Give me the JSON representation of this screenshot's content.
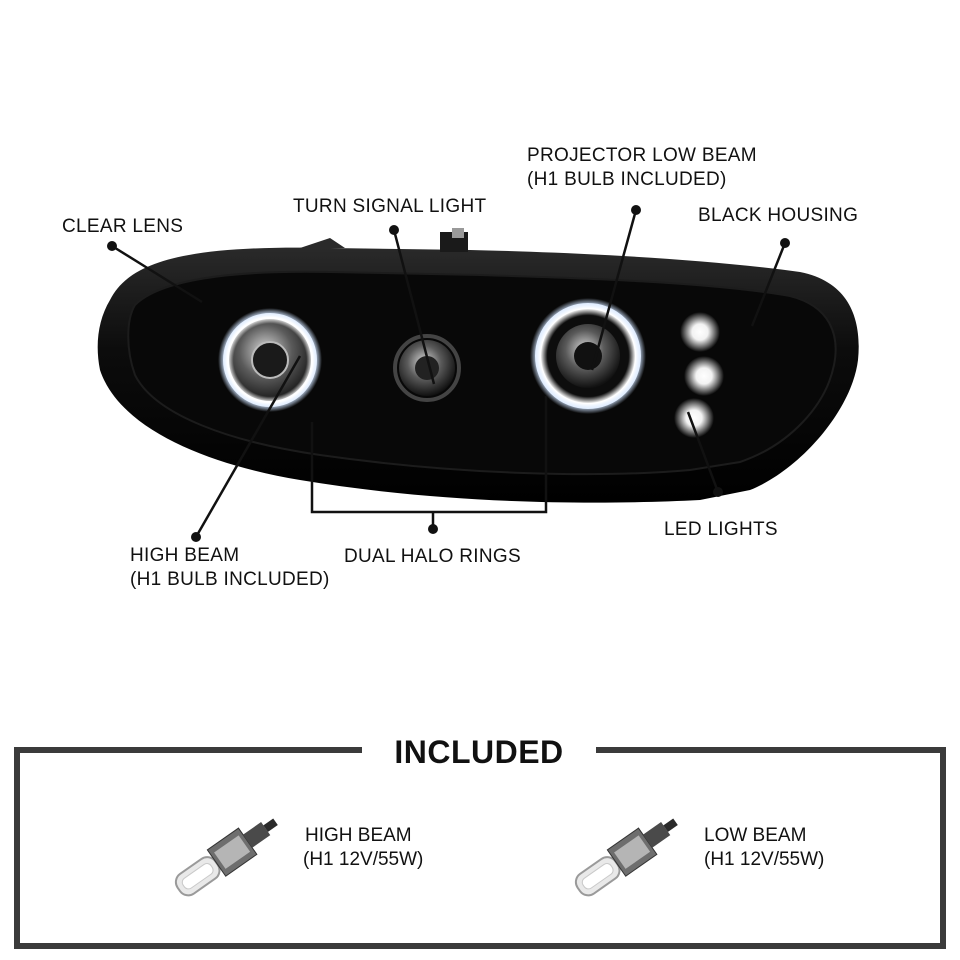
{
  "callouts": {
    "clear_lens": "CLEAR LENS",
    "turn_signal": "TURN SIGNAL LIGHT",
    "projector_low_beam": [
      "PROJECTOR LOW BEAM",
      "(H1 BULB INCLUDED)"
    ],
    "black_housing": "BLACK HOUSING",
    "high_beam": [
      "HIGH BEAM",
      "(H1 BULB INCLUDED)"
    ],
    "dual_halo": "DUAL HALO RINGS",
    "led_lights": "LED LIGHTS"
  },
  "included": {
    "title": "INCLUDED",
    "items": [
      {
        "name": "HIGH BEAM",
        "spec": "(H1 12V/55W)"
      },
      {
        "name": "LOW BEAM",
        "spec": "(H1 12V/55W)"
      }
    ]
  },
  "colors": {
    "housing": "#0b0b0b",
    "frame": "#3b3b3b",
    "halo": "#e8f2ff"
  }
}
